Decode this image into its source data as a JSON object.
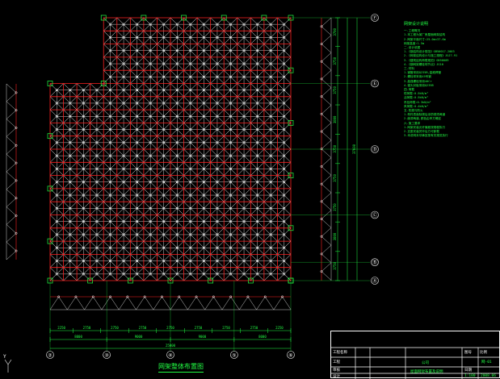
{
  "drawing": {
    "plan_title": "网架整体布置图",
    "notes_title": "网架设计说明",
    "notes": [
      "一.工程概况",
      "1.本工程为某厂房屋面网架结构",
      "2.网架平面尺寸:25.0m×37.6m",
      "  网架高度:1.5m",
      "二.设计依据",
      "1.《钢结构设计规范》GB50017-2003",
      "2.《网架结构设计与施工规程》JGJ7-91",
      "3.《建筑结构荷载规范》GB50009",
      "4.《钢网架螺栓球节点》JG10",
      "三.材料",
      "1.钢管采用Q235B,高频焊管",
      "2.螺栓球采用45号钢",
      "3.高强螺栓采用40Cr",
      "4.锥头封板采用Q235B",
      "四.荷载",
      "  恒荷载:0.5kN/m²",
      "  活荷载:0.5kN/m²",
      "  吊挂荷载:0.3kN/m²",
      "  风荷载:0.4kN/m²",
      "五.防腐与防火",
      "1.构件表面除锈后涂防锈漆两道",
      "2.面漆两道,颜色由甲方确定",
      "六.施工要求",
      "1.网架安装允许偏差按规程执行",
      "2.支座安装完毕后方可卸载",
      "3.本说明未尽事宜按有关规范执行"
    ],
    "dimensions_bottom": [
      "2250",
      "2750",
      "2750",
      "2750",
      "2750",
      "2750",
      "2750",
      "2750",
      "2250"
    ],
    "dimensions_bottom_total": [
      "8000",
      "9000",
      "9000",
      "8000"
    ],
    "dimensions_overall": "25000",
    "dimensions_right": [
      "3700",
      "3750",
      "3750",
      "3800",
      "3750",
      "3750",
      "3750",
      "3800",
      "3750"
    ],
    "dimensions_right_total": "37600",
    "axes_bottom": [
      "②",
      "③",
      "④",
      "⑤",
      "⑥"
    ],
    "axes_right": [
      "Ⓕ",
      "Ⓔ",
      "Ⓓ",
      "Ⓒ",
      "Ⓑ",
      "Ⓐ"
    ],
    "ucs_label": "Y"
  },
  "title_block": {
    "project_label": "工程名称",
    "sub_labels": [
      "工程",
      "审核",
      "设计"
    ],
    "project_name": "公司",
    "drawing_name": "屋面网架布置及说明",
    "drawing_no_label": "图号",
    "drawing_no": "网-01",
    "date_label": "日期",
    "date": "2008.06",
    "scale_label": "比例",
    "scale": "1:100"
  },
  "colors": {
    "background": "#000000",
    "chord": "#ff2020",
    "web": "#ffffff",
    "node": "#ffffff",
    "support": "#22ff44",
    "dimension": "#22ff44",
    "axis_bubble": "#ffffff",
    "title_block_line": "#ffffff"
  }
}
